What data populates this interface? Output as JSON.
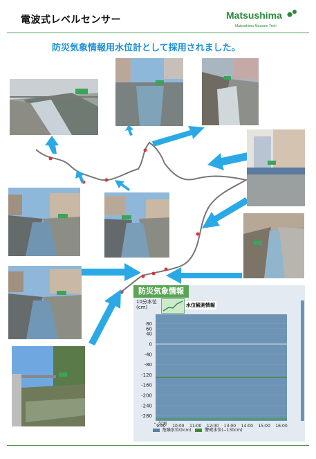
{
  "header": {
    "title": "電波式レベルセンサー",
    "logo_name": "Matsushima",
    "logo_tagline": "Matsushima Measure Tech",
    "brand_color": "#2a8a3a"
  },
  "headline": "防災気象情報用水位計として採用されました。",
  "chart_panel": {
    "title": "防災気象情報",
    "badge_label": "水位観測情報",
    "ylabel_line1": "10分水位",
    "ylabel_line2": "(cm)",
    "legend": {
      "missing": "欠測",
      "danger": "危険水位(0cm)",
      "warning": "警戒水位(−130cm)"
    }
  },
  "chart_data": {
    "type": "line",
    "ylabel": "10分水位 (cm)",
    "ylim": [
      -300,
      100
    ],
    "yticks": [
      80,
      60,
      40,
      0,
      -40,
      -80,
      -120,
      -160,
      -200,
      -240,
      -280
    ],
    "xticks": [
      "9:00",
      "10:00",
      "11:00",
      "12:00",
      "13:00",
      "14:00",
      "15:00",
      "16:00"
    ],
    "series": [
      {
        "name": "危険水位(0cm)",
        "values": [
          0,
          0
        ],
        "color": "#ffffff"
      },
      {
        "name": "警戒水位(−130cm)",
        "values": [
          -130,
          -130
        ],
        "color": "#3e8a3a"
      }
    ],
    "observed": {
      "x": [
        "9:00",
        "16:00"
      ],
      "values": [
        -300,
        -300
      ],
      "color": "#3fa04a"
    },
    "grid": true
  }
}
